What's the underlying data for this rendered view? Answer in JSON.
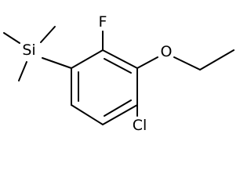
{
  "molecule": {
    "atoms": {
      "si": "Si",
      "f": "F",
      "o": "O",
      "cl": "Cl"
    }
  }
}
